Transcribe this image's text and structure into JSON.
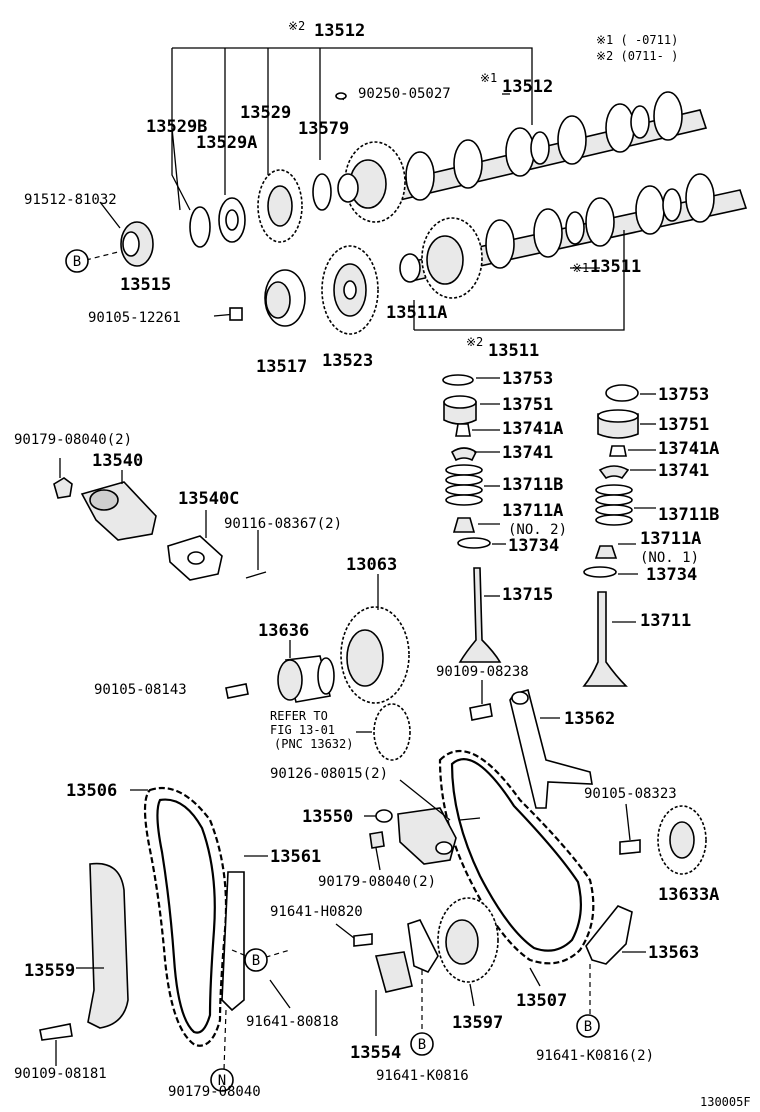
{
  "labels": {
    "l13512_top": "13512",
    "l13512_top_note": "※2",
    "l13512_r": "13512",
    "l13512_r_note": "※1",
    "legend1": "※1 (    -0711)",
    "legend2": "※2 (0711-    )",
    "l90250": "90250-05027",
    "l13529": "13529",
    "l13529b": "13529B",
    "l13529a": "13529A",
    "l13579": "13579",
    "l91512": "91512-81032",
    "l13515": "13515",
    "l90105_12261": "90105-12261",
    "l13517": "13517",
    "l13523": "13523",
    "l13511a": "13511A",
    "l13511_r": "13511",
    "l13511_r_note": "※1",
    "l13511_b": "13511",
    "l13511_b_note": "※2",
    "l13753_a": "13753",
    "l13751_a": "13751",
    "l13741a_a": "13741A",
    "l13741_a": "13741",
    "l13711b_a": "13711B",
    "l13711a_a": "13711A",
    "no2": "(NO. 2)",
    "l13734_a": "13734",
    "l13753_b": "13753",
    "l13751_b": "13751",
    "l13741a_b": "13741A",
    "l13741_b": "13741",
    "l13711b_b": "13711B",
    "l13711a_b": "13711A",
    "no1": "(NO. 1)",
    "l13734_b": "13734",
    "l90179_2a": "90179-08040(2)",
    "l13540": "13540",
    "l13540c": "13540C",
    "l90116": "90116-08367(2)",
    "l13063": "13063",
    "l13636": "13636",
    "l90105_08143": "90105-08143",
    "l13715": "13715",
    "l13711": "13711",
    "l90109_08238": "90109-08238",
    "refer1": "REFER TO",
    "refer2": "FIG 13-01",
    "refer3": "(PNC 13632)",
    "l13562": "13562",
    "l13506": "13506",
    "l90126": "90126-08015(2)",
    "l90105_08323": "90105-08323",
    "l13550": "13550",
    "l13561": "13561",
    "l90179_2b": "90179-08040(2)",
    "l13633a": "13633A",
    "l91641_h": "91641-H0820",
    "l13563": "13563",
    "l13559": "13559",
    "l91641_80818": "91641-80818",
    "l13597": "13597",
    "l13507": "13507",
    "l13554": "13554",
    "l90109_08181": "90109-08181",
    "l90179_08040": "90179-08040",
    "l91641_k0816": "91641-K0816",
    "l91641_k0816_2": "91641-K0816(2)",
    "code": "130005F"
  },
  "markers": {
    "b1": "B",
    "b2": "B",
    "b3": "B",
    "b4": "B",
    "n1": "N"
  }
}
